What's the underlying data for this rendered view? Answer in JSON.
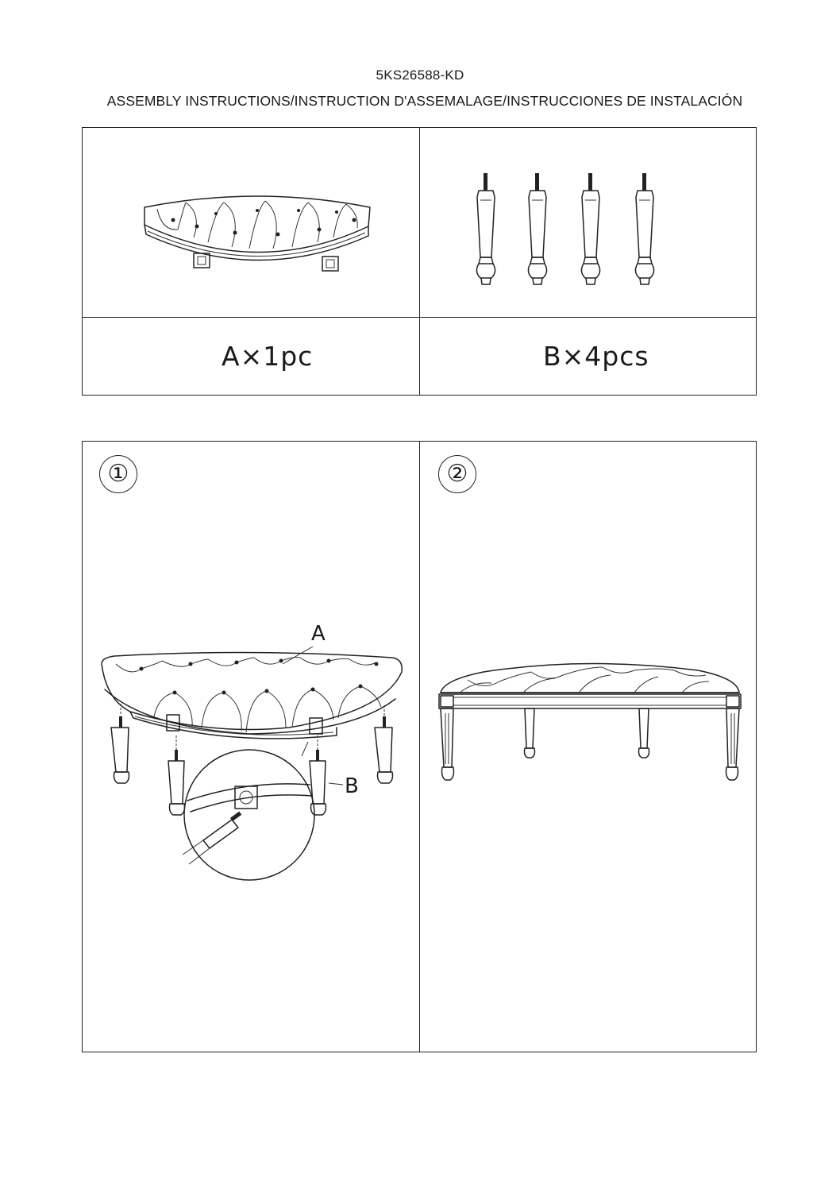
{
  "header": {
    "model": "5KS26588-KD",
    "title": "ASSEMBLY INSTRUCTIONS/INSTRUCTION D'ASSEMALAGE/INSTRUCCIONES DE INSTALACIÓN"
  },
  "parts": [
    {
      "id": "A",
      "quantity": "A×1pc"
    },
    {
      "id": "B",
      "quantity": "B×4pcs"
    }
  ],
  "steps": [
    {
      "number": "①",
      "labels": [
        "A",
        "B"
      ]
    },
    {
      "number": "②"
    }
  ]
}
